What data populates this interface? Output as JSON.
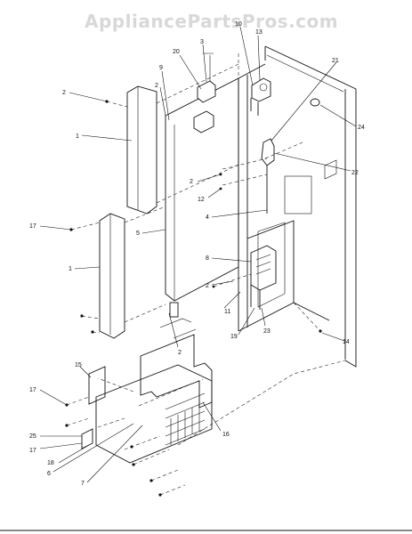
{
  "watermark": "AppliancePartsPros.com",
  "callouts": {
    "c1a": "1",
    "c1b": "1",
    "c2a": "2",
    "c2b": "2",
    "c2c": "2",
    "c2d": "2",
    "c2e": "2",
    "c3": "3",
    "c4": "4",
    "c5": "5",
    "c6": "6",
    "c7": "7",
    "c8": "8",
    "c9": "9",
    "c10": "10",
    "c11": "11",
    "c12": "12",
    "c13": "13",
    "c14": "14",
    "c15": "15",
    "c16": "16",
    "c17a": "17",
    "c17b": "17",
    "c17c": "17",
    "c18": "18",
    "c19": "19",
    "c20": "20",
    "c21": "21",
    "c22": "22",
    "c23": "23",
    "c24": "24",
    "c25": "25"
  }
}
